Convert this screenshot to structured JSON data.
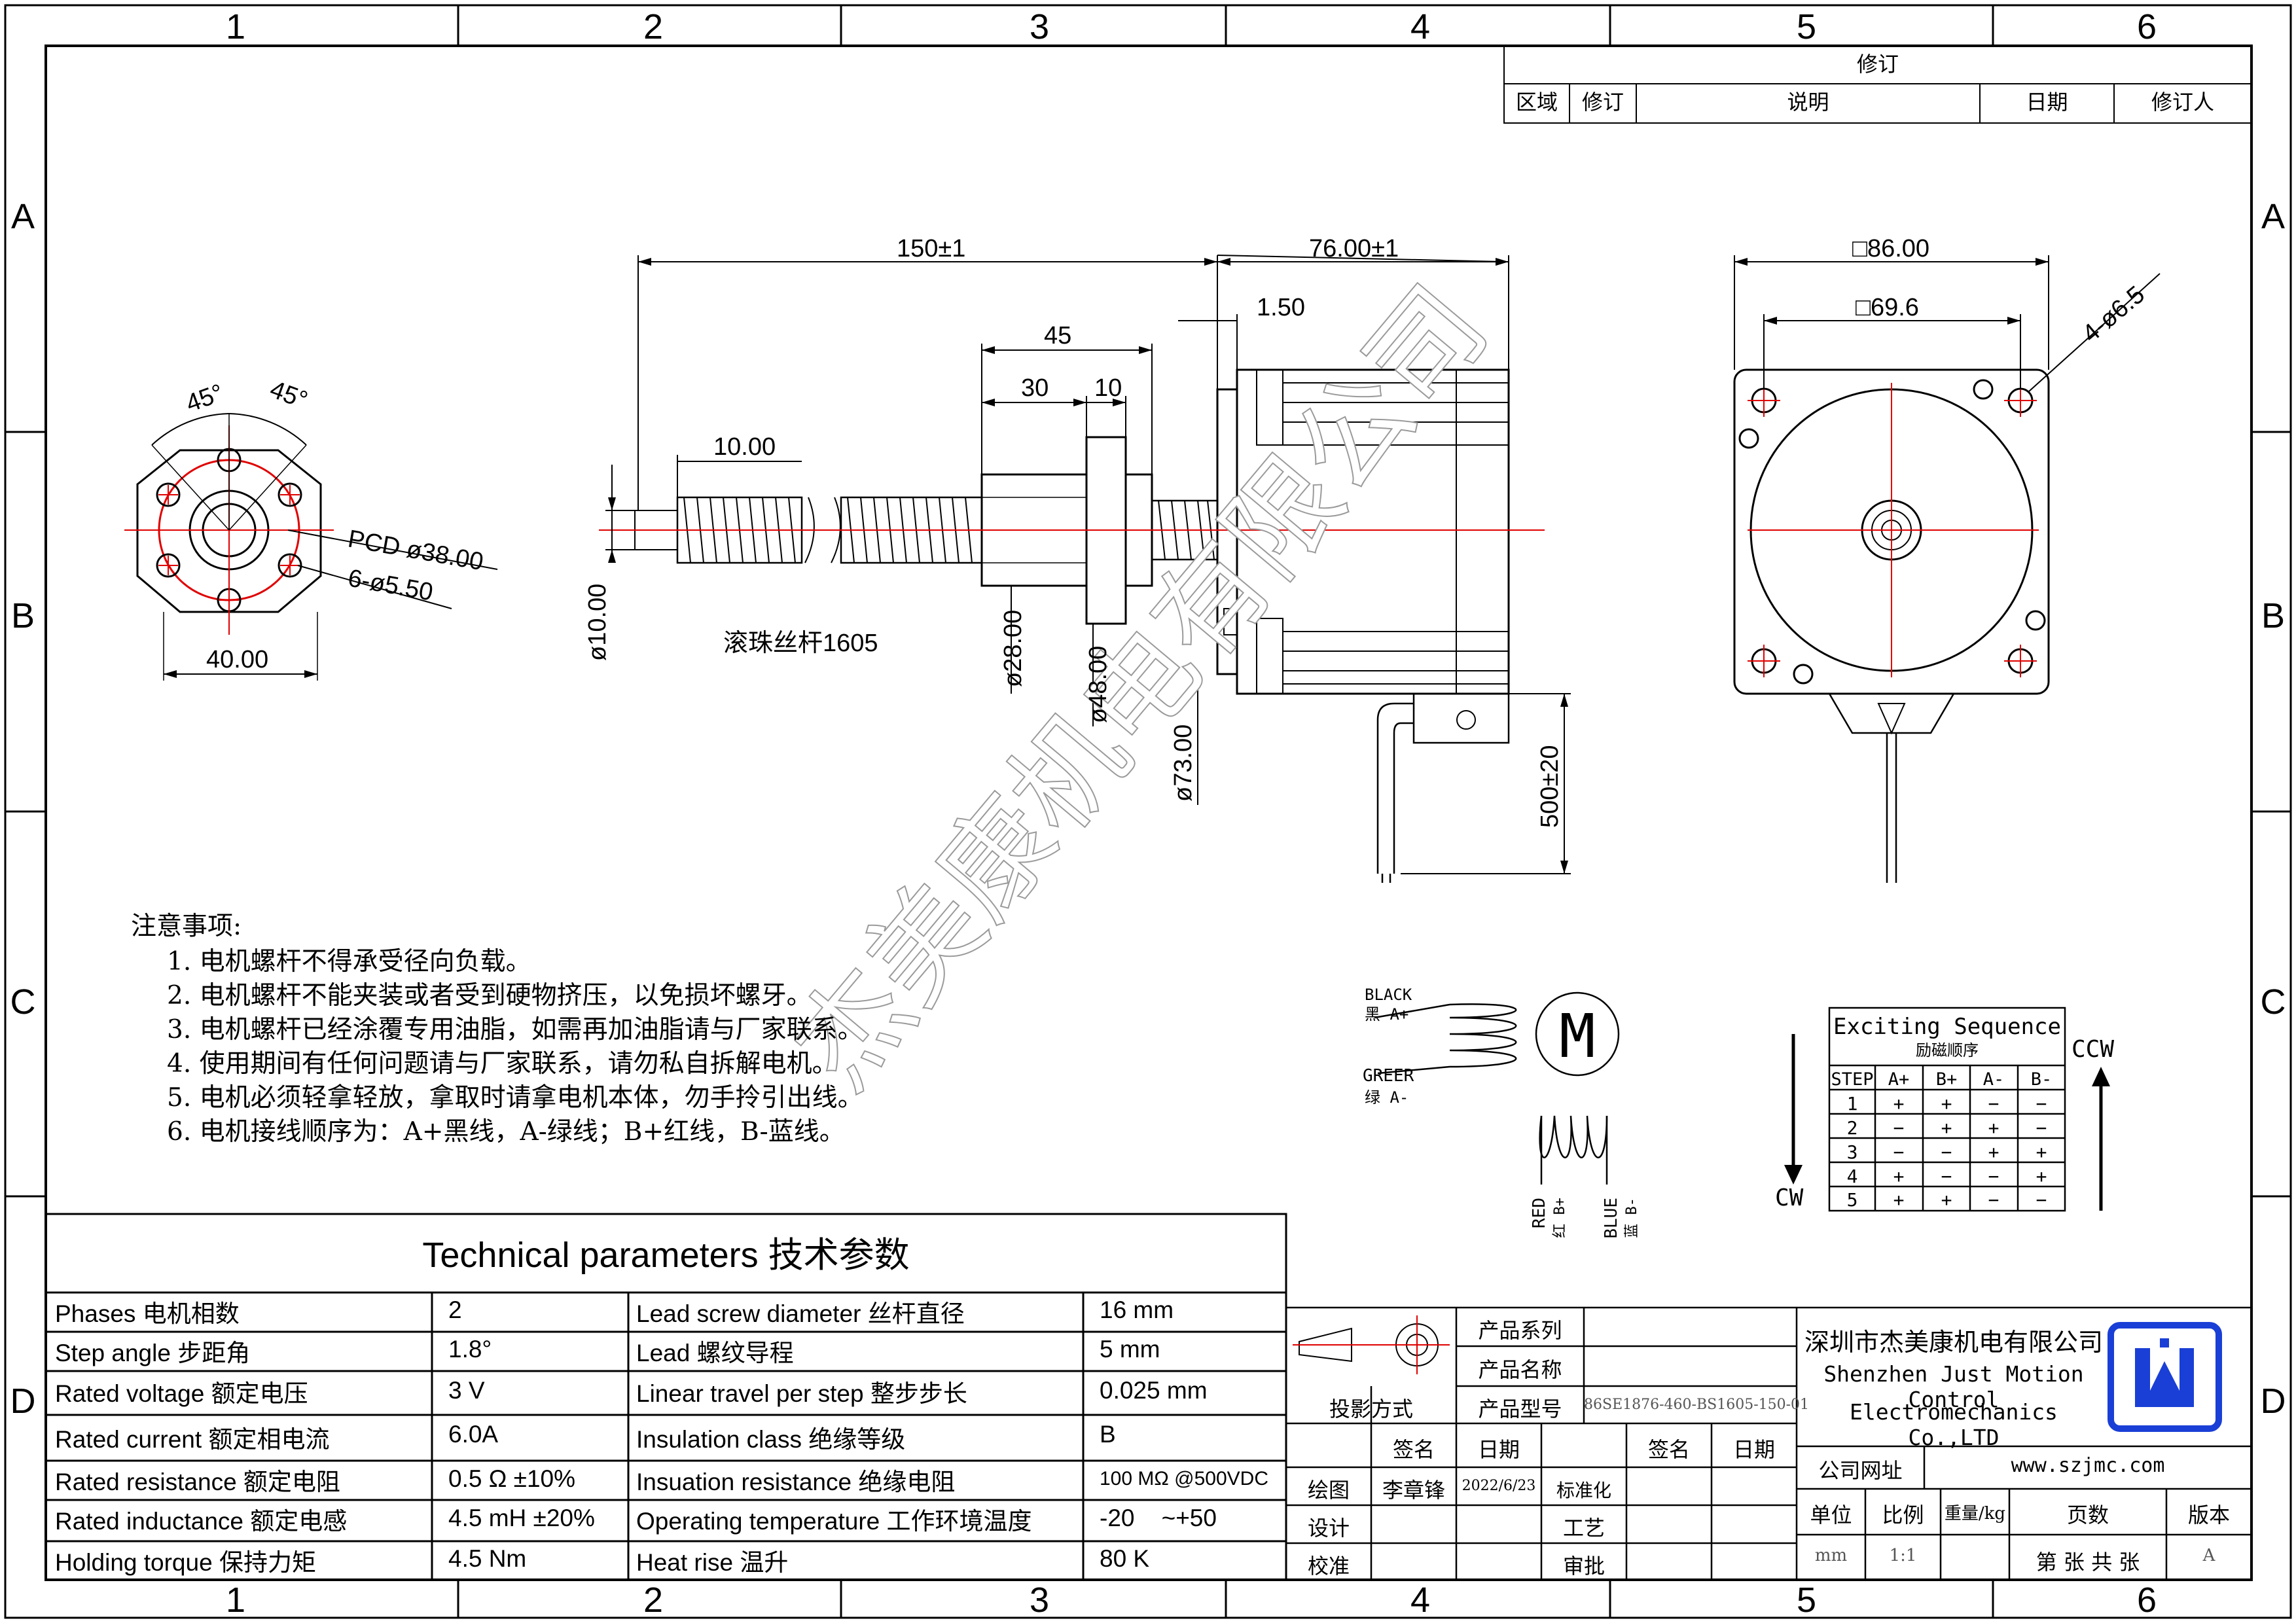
{
  "zones": {
    "columns": [
      "1",
      "2",
      "3",
      "4",
      "5",
      "6"
    ],
    "rows": [
      "A",
      "B",
      "C",
      "D"
    ]
  },
  "revision_block": {
    "title": "修订",
    "headers": [
      "区域",
      "修订",
      "说明",
      "日期",
      "修订人"
    ]
  },
  "dimensions": {
    "screw_length": "150±1",
    "motor_length": "76.00±1",
    "flange_offset": "1.50",
    "nut_length": "45",
    "nut_body": "30",
    "nut_flange": "10",
    "thread_segment": "10.00",
    "screw_dia": "ø10.00",
    "nut_dia": "ø28.00",
    "nut_flange_dia": "ø48.00",
    "motor_boss_dia": "ø73.00",
    "lead_length": "500±20",
    "frame_size": "□86.00",
    "hole_spacing": "□69.6",
    "mount_holes": "4-ø6.5",
    "angle_left": "45°",
    "angle_right": "45°",
    "pcd": "PCD ø38.00",
    "nut_holes": "6-ø5.50",
    "nut_width": "40.00",
    "screw_label": "滚珠丝杆1605"
  },
  "notes": {
    "title": "注意事项:",
    "items": [
      "1. 电机螺杆不得承受径向负载。",
      "2. 电机螺杆不能夹装或者受到硬物挤压，以免损坏螺牙。",
      "3. 电机螺杆已经涂覆专用油脂，如需再加油脂请与厂家联系。",
      "4. 使用期间有任何问题请与厂家联系，请勿私自拆解电机。",
      "5. 电机必须轻拿轻放，拿取时请拿电机本体，勿手拎引出线。",
      "6.  电机接线顺序为：A+黑线，A-绿线；B+红线，B-蓝线。"
    ]
  },
  "wiring": {
    "black_en": "BLACK",
    "black_cn": "黑 A+",
    "green_en": "GREER",
    "green_cn": "绿 A-",
    "red_en": "RED",
    "red_cn": "红 B+",
    "blue_en": "BLUE",
    "blue_cn": "蓝 B-",
    "motor_symbol": "M"
  },
  "sequence": {
    "title": "Exciting Sequence",
    "subtitle": "励磁顺序",
    "headers": [
      "STEP",
      "A+",
      "B+",
      "A-",
      "B-"
    ],
    "rows": [
      [
        "1",
        "+",
        "+",
        "−",
        "−"
      ],
      [
        "2",
        "−",
        "+",
        "+",
        "−"
      ],
      [
        "3",
        "−",
        "−",
        "+",
        "+"
      ],
      [
        "4",
        "+",
        "−",
        "−",
        "+"
      ],
      [
        "5",
        "+",
        "+",
        "−",
        "−"
      ]
    ],
    "cw": "CW",
    "ccw": "CCW"
  },
  "watermark": "杰美康机电有限公司",
  "tech_params": {
    "title": "Technical parameters 技术参数",
    "left": [
      {
        "label": "Phases 电机相数",
        "value": "2"
      },
      {
        "label": "Step angle 步距角",
        "value": "1.8°"
      },
      {
        "label": "Rated voltage 额定电压",
        "value": "3 V"
      },
      {
        "label": "Rated current 额定相电流",
        "value": "6.0A"
      },
      {
        "label": "Rated resistance 额定电阻",
        "value": "0.5 Ω  ±10%"
      },
      {
        "label": "Rated inductance 额定电感",
        "value": "4.5 mH ±20%"
      },
      {
        "label": "Holding torque 保持力矩",
        "value": "4.5 Nm"
      }
    ],
    "right": [
      {
        "label": "Lead screw diameter 丝杆直径",
        "value": "16 mm"
      },
      {
        "label": "Lead 螺纹导程",
        "value": "5 mm"
      },
      {
        "label": "Linear travel per step 整步步长",
        "value": "0.025 mm"
      },
      {
        "label": "Insulation class 绝缘等级",
        "value": "B"
      },
      {
        "label": "Insuation resistance 绝缘电阻",
        "value": "100 MΩ @500VDC"
      },
      {
        "label": "Operating temperature 工作环境温度",
        "value": "-20    ~+50"
      },
      {
        "label": "Heat rise 温升",
        "value": "80 K"
      }
    ]
  },
  "title_block": {
    "product_series": "产品系列",
    "product_name": "产品名称",
    "projection": "投影方式",
    "product_model": "产品型号",
    "model_value": "86SE1876-460-BS1605-150-01",
    "sign": "签名",
    "date": "日期",
    "sign2": "签名",
    "date2": "日期",
    "drawn": "绘图",
    "drawer": "李章锋",
    "drawn_date": "2022/6/23",
    "standardize": "标准化",
    "design": "设计",
    "process": "工艺",
    "check": "校准",
    "approve": "审批",
    "company_cn": "深圳市杰美康机电有限公司",
    "company_en1": "Shenzhen Just Motion Control",
    "company_en2": "Electromechanics Co.,LTD",
    "website_label": "公司网址",
    "website": "www.szjmc.com",
    "unit": "单位",
    "scale": "比例",
    "weight": "重量/kg",
    "pages": "页数",
    "version": "版本",
    "unit_value": "mm",
    "scale_value": "1:1",
    "pages_value": "第 张 共 张",
    "version_value": "A"
  }
}
